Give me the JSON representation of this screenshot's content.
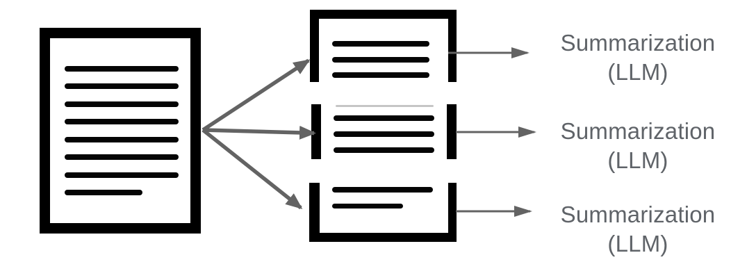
{
  "diagram": {
    "description": "A document is split into three chunks; each chunk is sent to summarization by an LLM",
    "source_document": {
      "icon": "document-icon",
      "text_line_count": 8
    },
    "chunks": [
      {
        "icon": "document-chunk-top-icon",
        "text_line_count": 3
      },
      {
        "icon": "document-chunk-middle-icon",
        "text_line_count": 3,
        "partial_line": true
      },
      {
        "icon": "document-chunk-bottom-icon",
        "text_line_count": 2
      }
    ],
    "labels": [
      {
        "line1": "Summarization",
        "line2": "(LLM)"
      },
      {
        "line1": "Summarization",
        "line2": "(LLM)"
      },
      {
        "line1": "Summarization",
        "line2": "(LLM)"
      }
    ],
    "colors": {
      "shape": "#000000",
      "arrow": "#636363",
      "label_text": "#5f6368",
      "partial_line": "#c6c6c6",
      "background": "#ffffff"
    }
  }
}
